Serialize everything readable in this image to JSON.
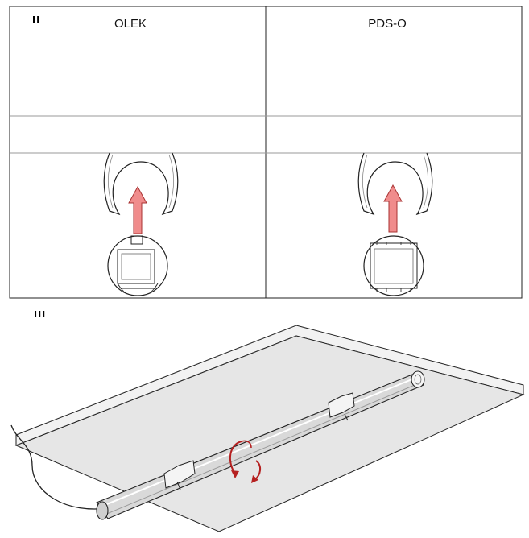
{
  "panel_ii": {
    "step_label": "II",
    "columns": [
      {
        "title": "OLEK"
      },
      {
        "title": "PDS-O"
      }
    ]
  },
  "panel_iii": {
    "step_label": "III"
  },
  "colors": {
    "line": "#222222",
    "arrow_fill": "#f08c8c",
    "arrow_stroke": "#a83232",
    "rotate_arrow": "#b52020",
    "ceiling_fill": "#e6e6e6"
  }
}
